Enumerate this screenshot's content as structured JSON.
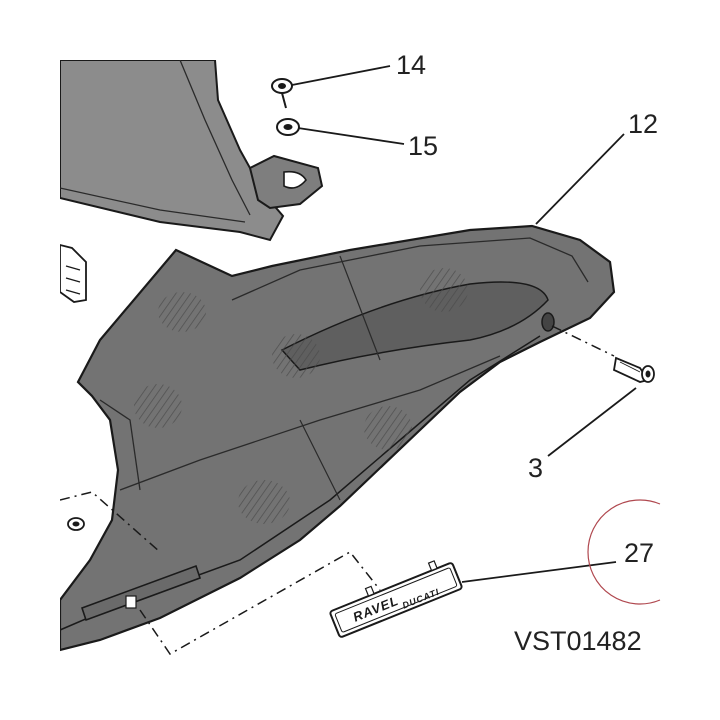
{
  "callouts": {
    "c14": "14",
    "c15": "15",
    "c12": "12",
    "c3": "3",
    "c27": "27"
  },
  "drawing_code": "VST01482",
  "emblem": {
    "line1": "RAVEL",
    "line2": "DUCATI"
  },
  "colors": {
    "panel_fill": "#737373",
    "panel_dark": "#5f5f5f",
    "background_panel": "#8c8c8c",
    "line": "#1a1a1a",
    "callout_circle": "#b0484f"
  }
}
